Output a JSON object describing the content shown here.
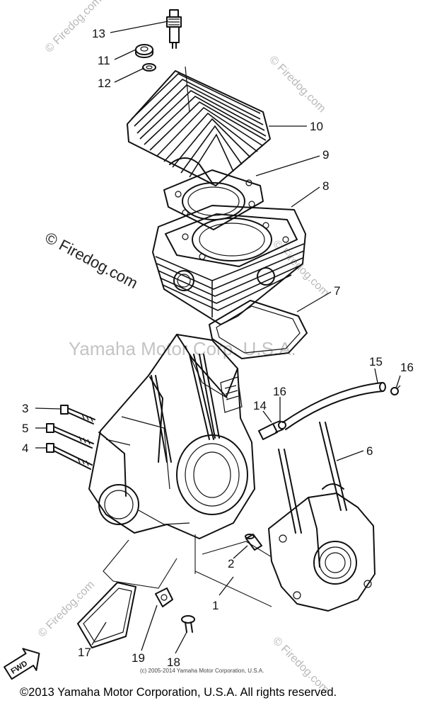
{
  "callouts": {
    "c1": "1",
    "c2": "2",
    "c3": "3",
    "c4": "4",
    "c5": "5",
    "c6": "6",
    "c7": "7",
    "c8": "8",
    "c9": "9",
    "c10": "10",
    "c11": "11",
    "c12": "12",
    "c13": "13",
    "c14": "14",
    "c15": "15",
    "c16a": "16",
    "c16b": "16",
    "c17": "17",
    "c18": "18",
    "c19": "19"
  },
  "watermarks": {
    "firedog": "© Firedog.com",
    "firedog_dark": "© Firedog.com",
    "yamaha": "Yamaha Motor Corp. U.S.A."
  },
  "small_copyright": "(c) 2005-2014 Yamaha Motor Corporation, U.S.A.",
  "fwd_label": "FWD",
  "footer": "©2013 Yamaha Motor Corporation, U.S.A. All rights reserved."
}
